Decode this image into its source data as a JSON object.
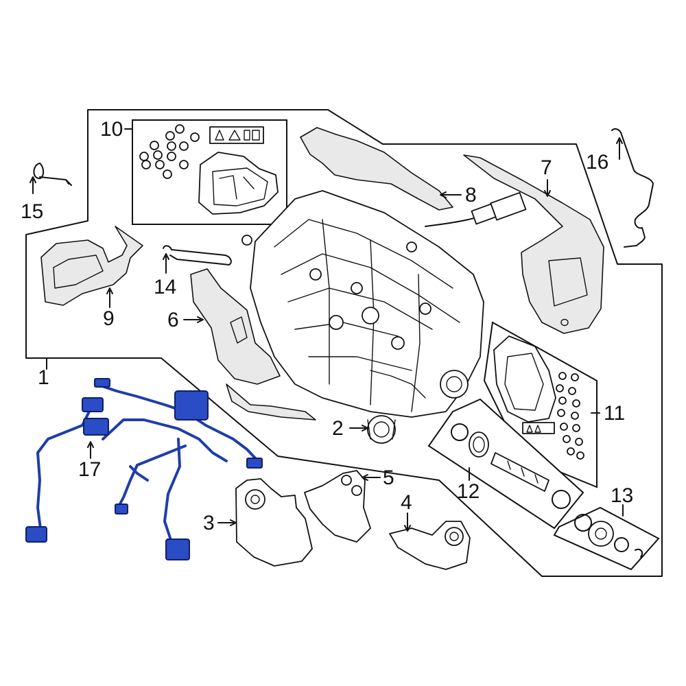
{
  "callouts": {
    "c1": "1",
    "c2": "2",
    "c3": "3",
    "c4": "4",
    "c5": "5",
    "c6": "6",
    "c7": "7",
    "c8": "8",
    "c9": "9",
    "c10": "10",
    "c11": "11",
    "c12": "12",
    "c13": "13",
    "c14": "14",
    "c15": "15",
    "c16": "16",
    "c17": "17"
  },
  "colors": {
    "harness": "#1e3ea8",
    "line": "#111111",
    "background": "#ffffff"
  }
}
